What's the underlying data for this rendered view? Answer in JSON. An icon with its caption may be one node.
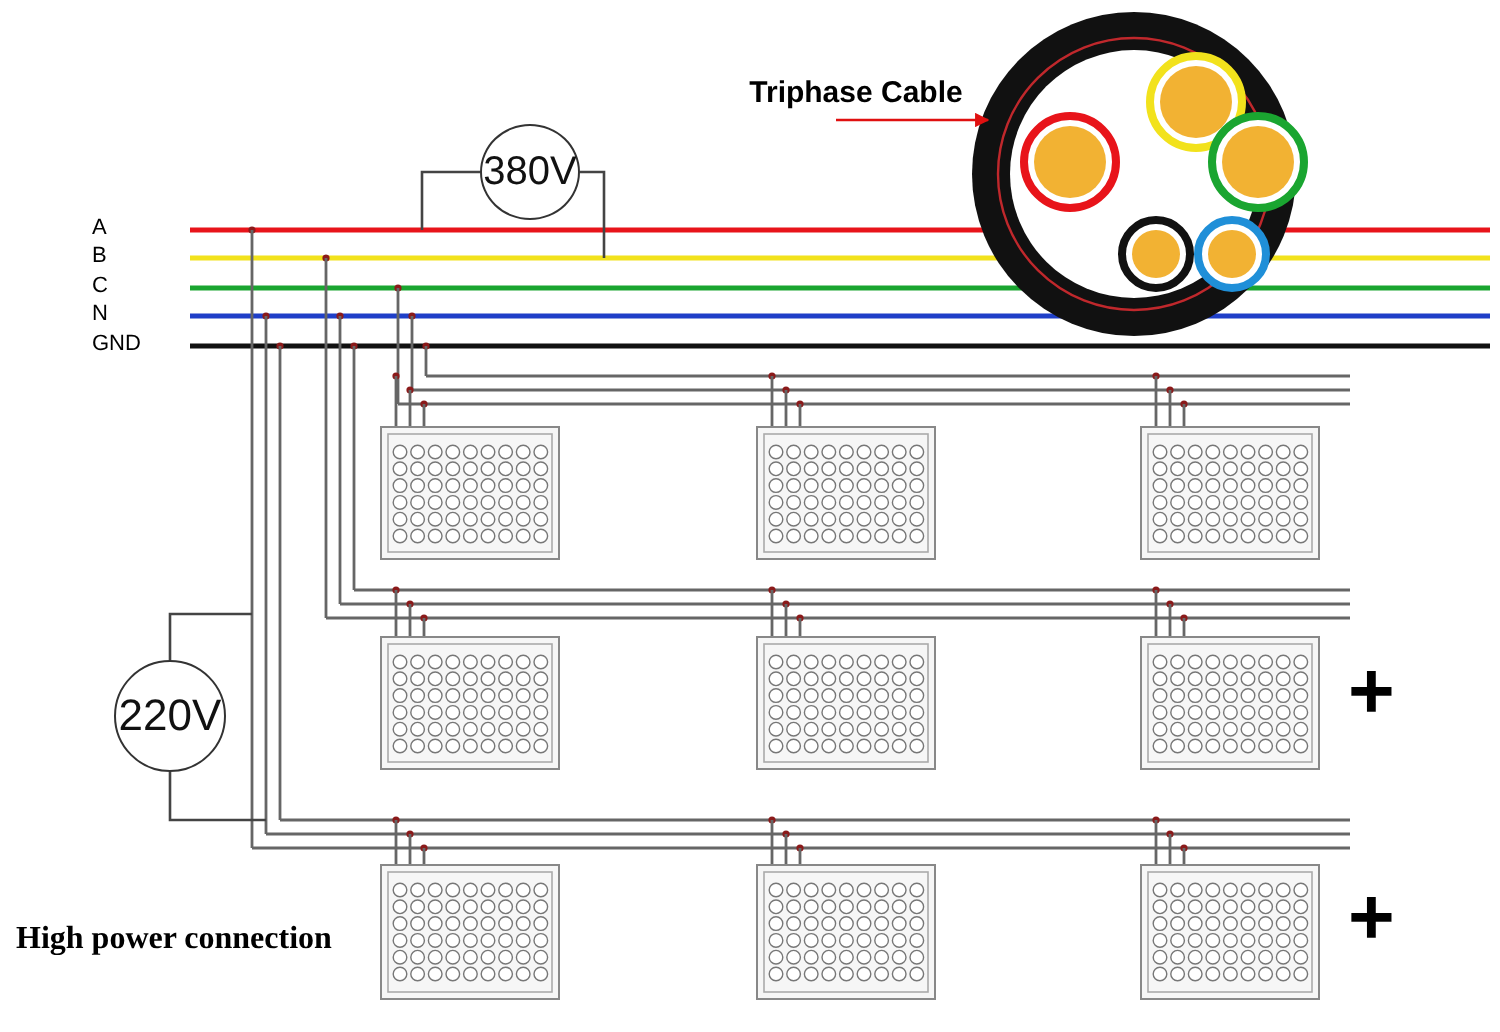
{
  "diagram": {
    "nodes": [
      {
        "text": [
          "Triphase Cable"
        ]
      },
      {
        "text": [],
        "shape": "picture"
      },
      {
        "text": [
          "380V"
        ]
      },
      {
        "text": [
          "220V"
        ]
      },
      {
        "text": [],
        "shape": "picture"
      },
      {
        "text": [],
        "shape": "picture"
      },
      {
        "text": [],
        "shape": "picture"
      },
      {
        "text": [],
        "shape": "picture"
      },
      {
        "text": [],
        "shape": "picture"
      },
      {
        "text": [],
        "shape": "picture"
      },
      {
        "text": [],
        "shape": "picture"
      },
      {
        "text": [],
        "shape": "picture"
      },
      {
        "text": [],
        "shape": "picture"
      }
    ],
    "edges": [
      {
        "from": 0,
        "to": 1,
        "arrow": "to",
        "color": "#e01010"
      }
    ],
    "labels": [
      "A",
      "B",
      "C",
      "N",
      "GND",
      "+",
      "High power connection",
      "+"
    ]
  }
}
